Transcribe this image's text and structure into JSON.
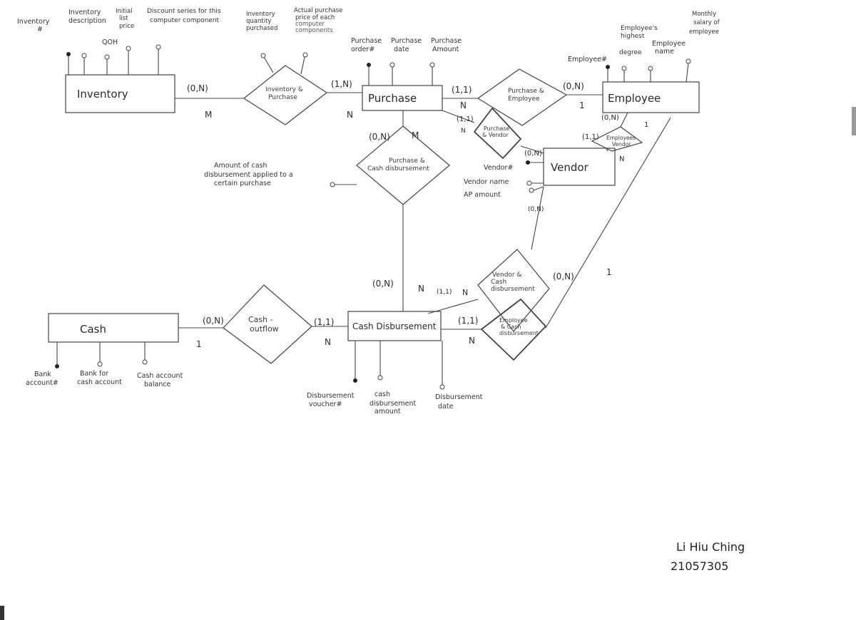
{
  "entities": {
    "inventory": "Inventory",
    "purchase": "Purchase",
    "employee": "Employee",
    "vendor": "Vendor",
    "cash": "Cash",
    "cash_disbursement": "Cash Disbursement"
  },
  "relationships": {
    "inventory_purchase": [
      "Inventory &",
      "Purchase"
    ],
    "purchase_employee": [
      "Purchase &",
      "Employee"
    ],
    "purchase_vendor": [
      "Purchase",
      "& Vendor"
    ],
    "employee_vendor": [
      "Employees",
      "Vendor"
    ],
    "purchase_cash_disbursement": [
      "Purchase &",
      "Cash disbursement"
    ],
    "vendor_cash_disbursement": [
      "Vendor &",
      "Cash",
      "disbursement"
    ],
    "cash_outflow": [
      "Cash -",
      "outflow"
    ],
    "employee_cash_disbursement": [
      "Employee",
      "& Cash",
      "disbursement"
    ]
  },
  "attributes": {
    "inventory_no": [
      "Inventory",
      "#"
    ],
    "inventory_description": [
      "Inventory",
      "description"
    ],
    "initial_list_price": [
      "Initial",
      "list",
      "price"
    ],
    "qoh": [
      "QOH"
    ],
    "discount_series": [
      "Discount series for this",
      "computer component"
    ],
    "inventory_quantity_purchased": [
      "Inventory",
      "quantity",
      "purchased"
    ],
    "actual_purchase_price": [
      "Actual purchase",
      "price of each",
      "computer",
      "components"
    ],
    "purchase_order_no": [
      "Purchase",
      "order#"
    ],
    "purchase_date": [
      "Purchase",
      "date"
    ],
    "purchase_amount": [
      "Purchase",
      "Amount"
    ],
    "employee_no": [
      "Employee#"
    ],
    "employee_highest_degree": [
      "Employee's",
      "highest",
      "degree"
    ],
    "employee_name": [
      "Employee",
      "name"
    ],
    "monthly_salary": [
      "Monthly",
      "salary of",
      "employee"
    ],
    "amount_applied": [
      "Amount of cash",
      "disbursement applied to a",
      "certain purchase"
    ],
    "vendor_no": [
      "Vendor#"
    ],
    "vendor_name": [
      "Vendor name"
    ],
    "ap_amount": [
      "AP amount"
    ],
    "bank_account_no": [
      "Bank",
      "account#"
    ],
    "bank_for_cash_account": [
      "Bank for",
      "cash account"
    ],
    "cash_account_balance": [
      "Cash account",
      "balance"
    ],
    "disbursement_voucher_no": [
      "Disbursement",
      "voucher#"
    ],
    "cash_disbursement_amount": [
      "cash",
      "disbursement",
      "amount"
    ],
    "disbursement_date": [
      "Disbursement",
      "date"
    ]
  },
  "cardinalities": {
    "inv_side": "(0,N)",
    "inv_side_ratio": "M",
    "pur_inv_side": "(1,N)",
    "pur_inv_ratio": "N",
    "pur_emp_side": "(1,1)",
    "pur_emp_ratio": "N",
    "emp_pur_side": "(0,N)",
    "emp_pur_ratio": "1",
    "pur_ven_side": "(1,1)",
    "pur_ven_ratio": "N",
    "ven_pur_side": "(0,N)",
    "pur_cd_side": "(0,N)",
    "pur_cd_ratio": "M",
    "cd_pur_side": "(0,N)",
    "cd_pur_ratio": "N",
    "emp_ven_emp_side": "(0,N)",
    "emp_ven_emp_ratio": "1",
    "emp_ven_ven_side": "(1,1)",
    "emp_ven_ven_ratio": "N",
    "ven_cd_ven_side": "(0,N)",
    "ven_cd_cd_side": "(1,1)",
    "ven_cd_cd_ratio": "N",
    "cash_side": "(0,N)",
    "cash_ratio": "1",
    "cd_cash_side": "(1,1)",
    "cd_cash_ratio": "N",
    "cd_emp_side": "(1,1)",
    "cd_emp_ratio": "N",
    "emp_cd_side": "(0,N)",
    "emp_cd_ratio": "1"
  },
  "signature": {
    "name": "Li Hiu Ching",
    "student_id": "21057305"
  }
}
